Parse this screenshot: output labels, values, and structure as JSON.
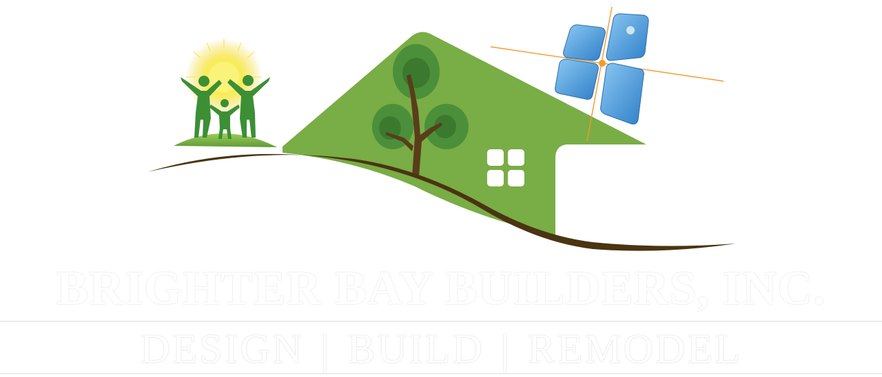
{
  "logo": {
    "company_name": "BRIGHTER BAY BUILDERS, INC.",
    "tagline": {
      "items": [
        "DESIGN",
        "BUILD",
        "REMODEL"
      ],
      "separator": "|"
    },
    "icons": [
      "family-sun-icon",
      "house-roof-icon",
      "tree-icon",
      "window-icon",
      "solar-panel-icon",
      "hill-swoosh-icon"
    ]
  },
  "colors": {
    "roof_green": "#7aad45",
    "tree_green": "#4c8f3a",
    "trunk_brown": "#5a3d1a",
    "swoosh_brown": "#4a3411",
    "sun_yellow": "#f5e531",
    "family_green": "#3a8a34",
    "solar_blue": "#3f93d6",
    "accent_orange": "#f39a2b",
    "text_white": "#ffffff"
  }
}
